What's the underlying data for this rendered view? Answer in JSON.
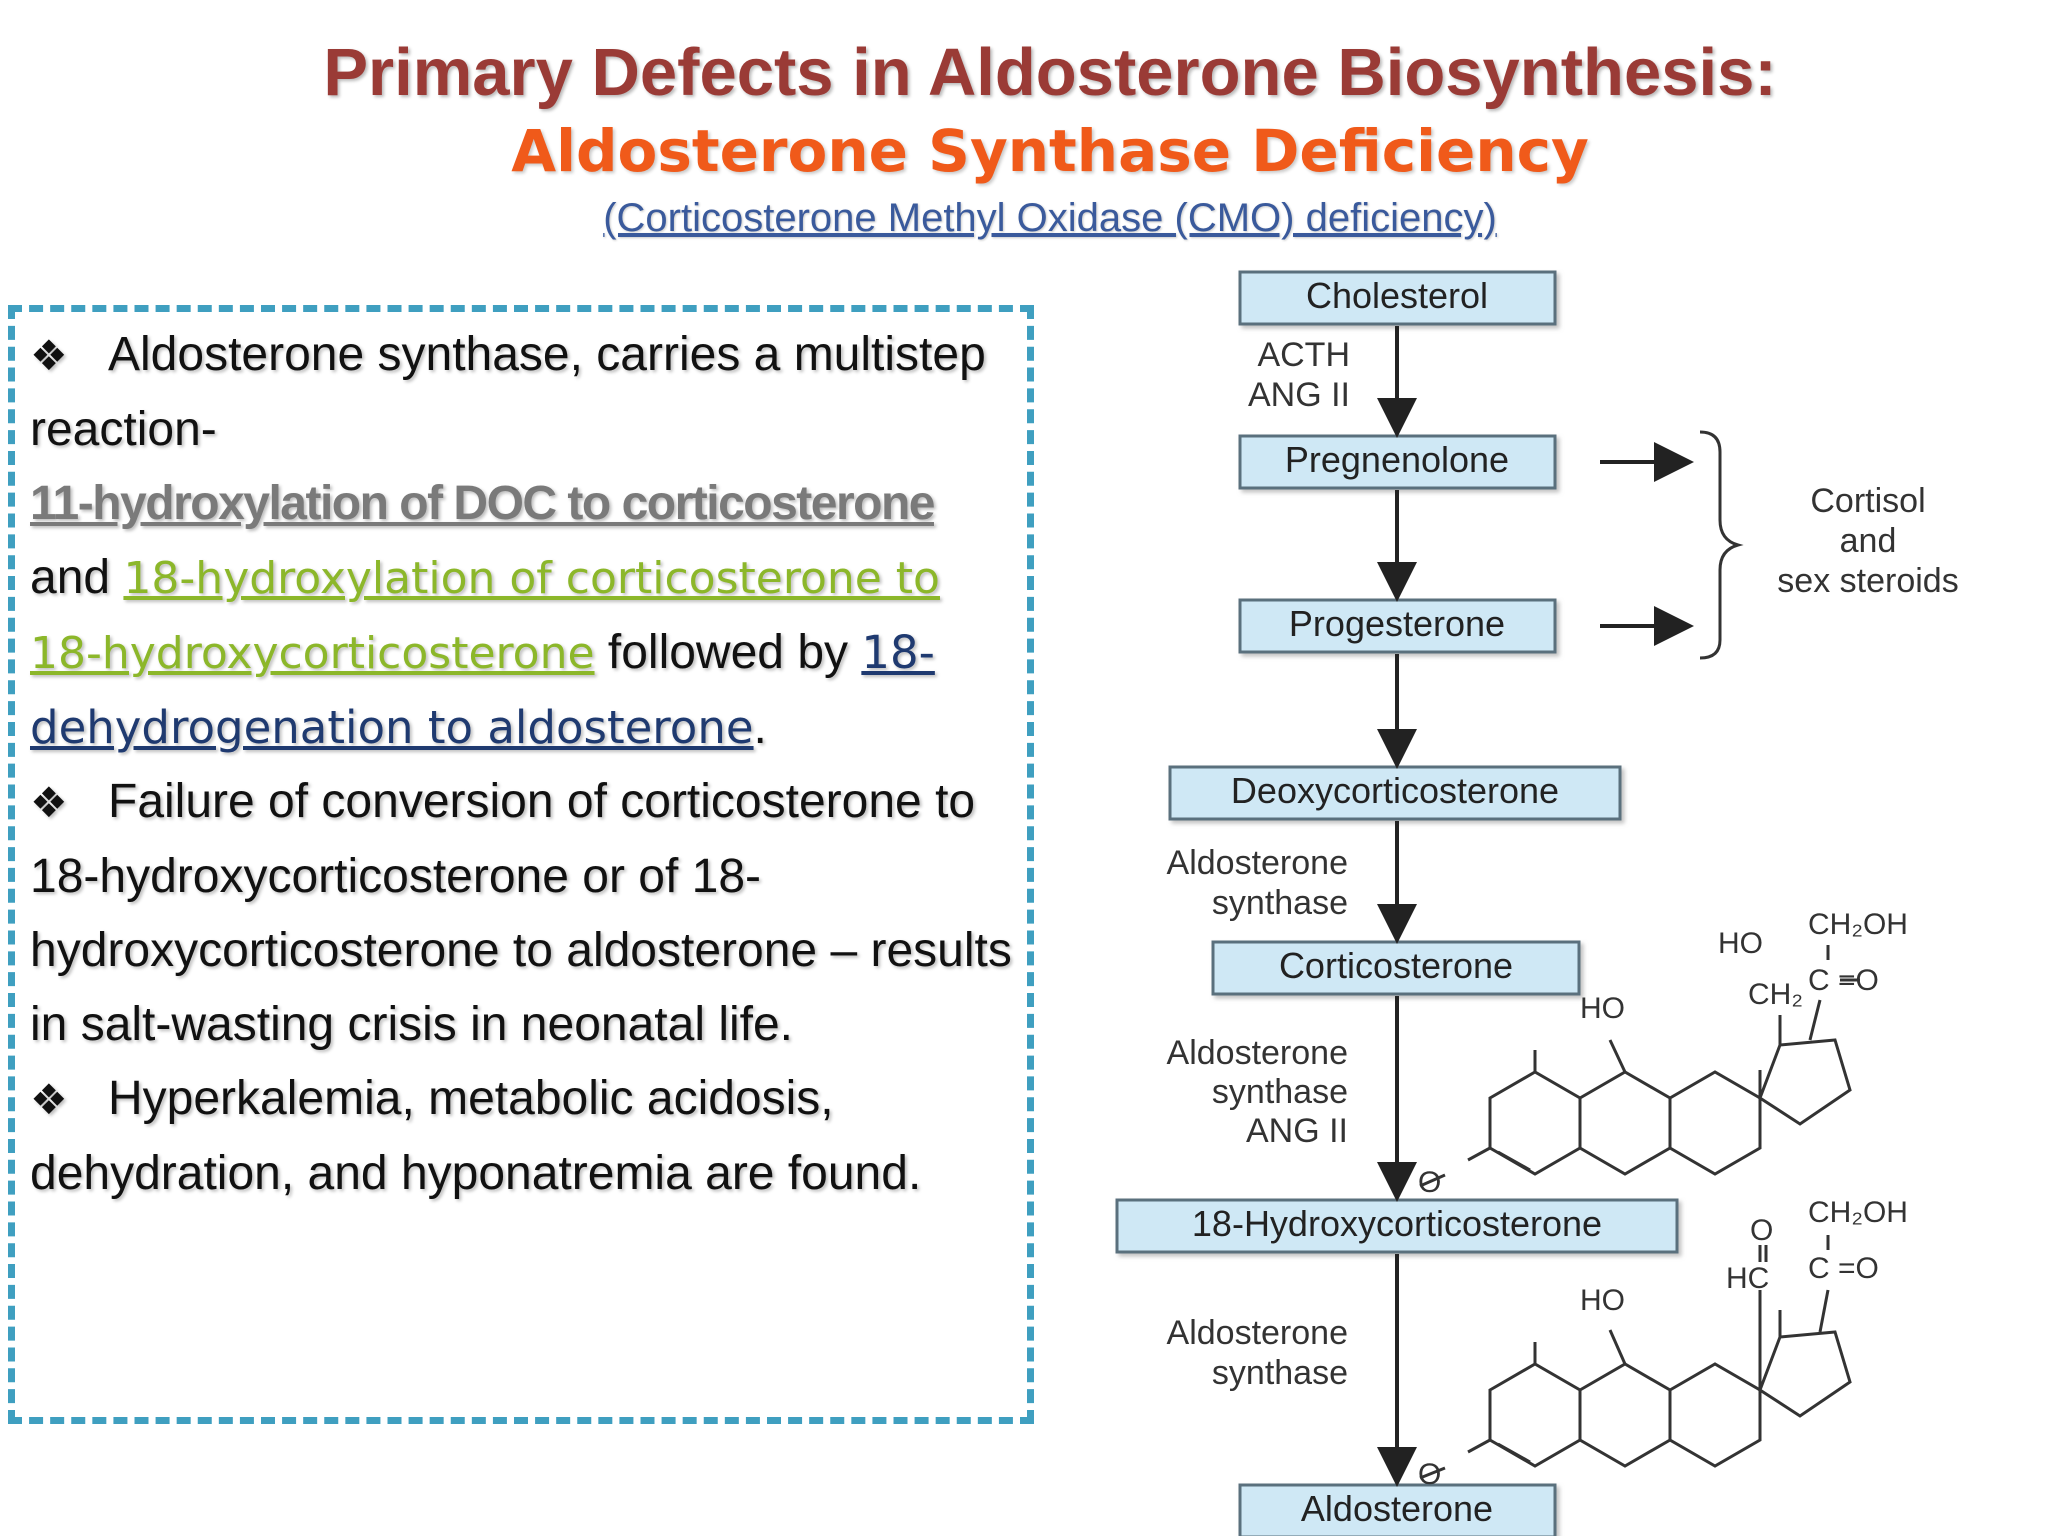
{
  "title": {
    "line1": "Primary Defects in Aldosterone Biosynthesis:",
    "line2": "Aldosterone Synthase Deficiency",
    "line3": "(Corticosterone Methyl Oxidase (CMO) deficiency)"
  },
  "textbox": {
    "bullet_symbol": "❖",
    "p1_a": "Aldosterone synthase, carries a multistep reaction-",
    "p1_link1": "11-hydroxylation of DOC to corticosterone",
    "p1_and": "and",
    "p1_link2": "18-hydroxylation of corticosterone to 18-hydroxycorticosterone",
    "p1_followed": "followed by",
    "p1_link3": "18-dehydrogenation to aldosterone",
    "p1_end": ".",
    "p2": "Failure of conversion of corticosterone to 18-hydroxycorticosterone or of 18-hydroxycorticosterone to aldosterone – results in salt-wasting crisis in neonatal life.",
    "p3": "Hyperkalemia, metabolic acidosis, dehydration, and hyponatremia are found."
  },
  "pathway": {
    "boxes": [
      "Cholesterol",
      "Pregnenolone",
      "Progesterone",
      "Deoxycorticosterone",
      "Corticosterone",
      "18-Hydroxycorticosterone",
      "Aldosterone"
    ],
    "step1": [
      "ACTH",
      "ANG II"
    ],
    "step2": [
      "Aldosterone",
      "synthase"
    ],
    "step3": [
      "Aldosterone",
      "synthase",
      "ANG II"
    ],
    "step4": [
      "Aldosterone",
      "synthase"
    ],
    "side": [
      "Cortisol",
      "and",
      "sex steroids"
    ],
    "chem1": {
      "ho_top": "HO",
      "ch2oh": "CH₂OH",
      "c": "C",
      "eq_o": "=O",
      "ch2": "CH₂",
      "ho_ring": "HO",
      "o": "O"
    },
    "chem2": {
      "o_top": "O",
      "ch2oh": "CH₂OH",
      "hc": "HC",
      "c": "C",
      "eq_o": "=O",
      "ho_ring": "HO",
      "o": "O"
    }
  },
  "colors": {
    "title1": "#9a3b36",
    "title2": "#f05a1a",
    "title3": "#3a5a9c",
    "box_border": "#3f9fc0",
    "box_fill": "#cfe8f5"
  }
}
